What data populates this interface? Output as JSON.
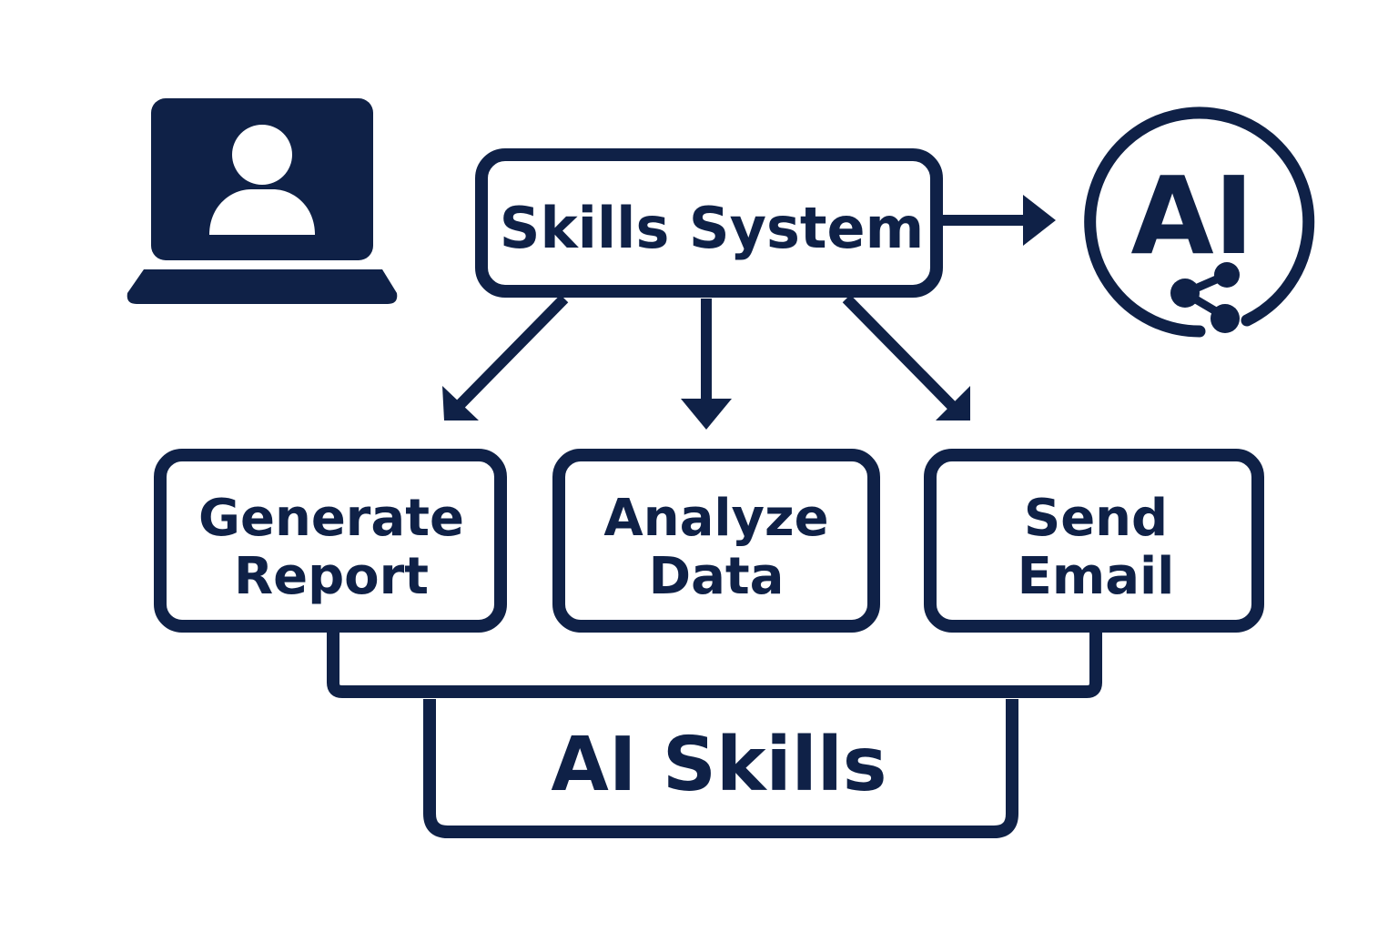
{
  "colors": {
    "ink": "#0f2147",
    "background": "#ffffff"
  },
  "icons": {
    "user": "laptop-user-icon",
    "ai": "ai-share-icon"
  },
  "nodes": {
    "system": "Skills System",
    "ai_badge": "AI",
    "skills": [
      {
        "line1": "Generate",
        "line2": "Report"
      },
      {
        "line1": "Analyze",
        "line2": "Data"
      },
      {
        "line1": "Send",
        "line2": "Email"
      }
    ],
    "foundation": "AI Skills"
  }
}
